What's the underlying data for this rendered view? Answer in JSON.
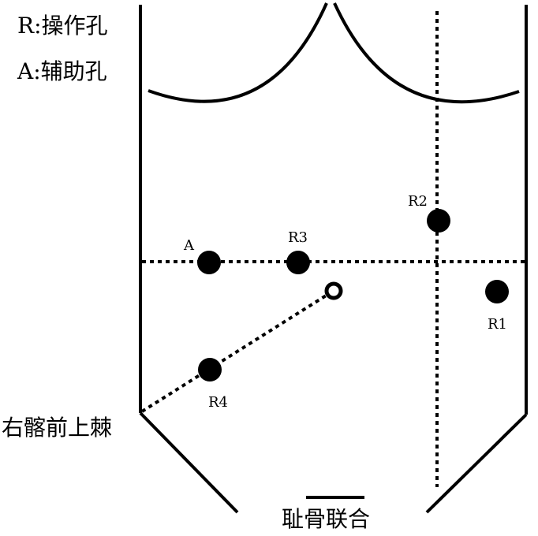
{
  "legend": {
    "operating_port": "R:操作孔",
    "assist_port": "A:辅助孔"
  },
  "ports": {
    "A": "A",
    "R1": "R1",
    "R2": "R2",
    "R3": "R3",
    "R4": "R4"
  },
  "landmarks": {
    "asis_right": "右髂前上棘",
    "pubic_symphysis": "耻骨联合"
  },
  "colors": {
    "ink": "#000000",
    "background": "#ffffff"
  }
}
